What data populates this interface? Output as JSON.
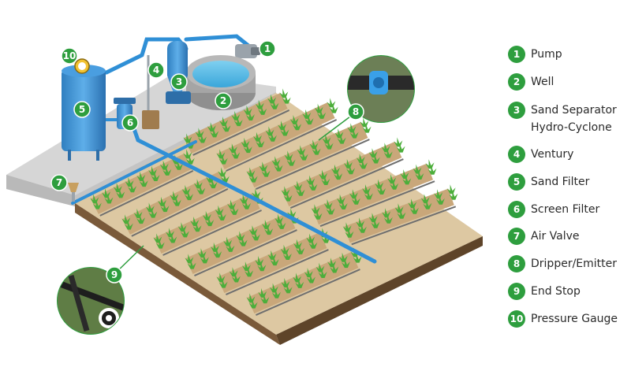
{
  "legend": [
    {
      "number": "1",
      "label": "Pump"
    },
    {
      "number": "2",
      "label": "Well"
    },
    {
      "number": "3",
      "label": "Sand Separator",
      "label2": "Hydro-Cyclone"
    },
    {
      "number": "4",
      "label": "Ventury"
    },
    {
      "number": "5",
      "label": "Sand Filter"
    },
    {
      "number": "6",
      "label": "Screen Filter"
    },
    {
      "number": "7",
      "label": "Air Valve"
    },
    {
      "number": "8",
      "label": "Dripper/Emitter"
    },
    {
      "number": "9",
      "label": "End Stop"
    },
    {
      "number": "10",
      "label": "Pressure Gauge"
    }
  ],
  "diagram": {
    "badges": [
      "1",
      "2",
      "3",
      "4",
      "5",
      "6",
      "7",
      "8",
      "9",
      "10"
    ]
  },
  "colors": {
    "badge": "#2e9e3e",
    "pipe": "#2f8fd6",
    "field": "#d9c49c",
    "bed": "#c9a77a",
    "plant": "#4cae3b",
    "pad": "#d3d3d3",
    "tank": "#3d8fd1"
  },
  "icons": [
    "pump-icon",
    "well-icon",
    "sand-separator-icon",
    "venturi-icon",
    "sand-filter-icon",
    "screen-filter-icon",
    "air-valve-icon",
    "dripper-icon",
    "end-stop-icon",
    "pressure-gauge-icon"
  ]
}
